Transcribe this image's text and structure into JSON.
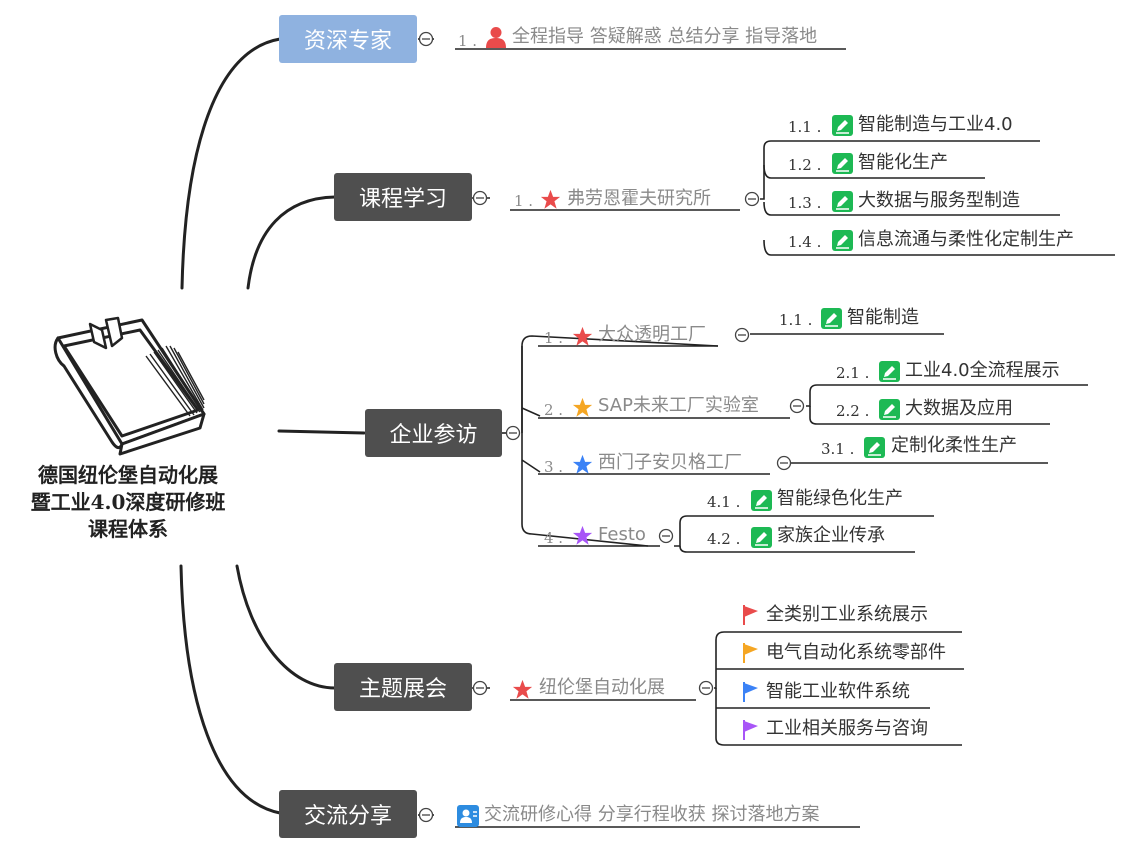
{
  "central": {
    "line1": "德国纽伦堡自动化展",
    "line2": "暨工业4.0深度研修班",
    "line3": "课程体系",
    "icon": "book-icon"
  },
  "branches": {
    "expert": {
      "title": "资深专家",
      "item_num": "1 .",
      "item_text": "全程指导 答疑解惑 总结分享 指导落地",
      "icon": "person-icon"
    },
    "course": {
      "title": "课程学习",
      "item_num": "1 .",
      "item_text": "弗劳恩霍夫研究所",
      "icon": "star-icon",
      "subs": [
        {
          "num": "1.1 .",
          "text": "智能制造与工业4.0"
        },
        {
          "num": "1.2 .",
          "text": "智能化生产"
        },
        {
          "num": "1.3 .",
          "text": "大数据与服务型制造"
        },
        {
          "num": "1.4 .",
          "text": "信息流通与柔性化定制生产"
        }
      ]
    },
    "visit": {
      "title": "企业参访",
      "items": [
        {
          "num": "1 .",
          "text": "大众透明工厂",
          "star_color": "#e94b4b",
          "subs": [
            {
              "num": "1.1 .",
              "text": "智能制造"
            }
          ]
        },
        {
          "num": "2 .",
          "text": "SAP未来工厂实验室",
          "star_color": "#f5a623",
          "subs": [
            {
              "num": "2.1 .",
              "text": "工业4.0全流程展示"
            },
            {
              "num": "2.2 .",
              "text": "大数据及应用"
            }
          ]
        },
        {
          "num": "3 .",
          "text": "西门子安贝格工厂",
          "star_color": "#3b82f6",
          "subs": [
            {
              "num": "3.1 .",
              "text": "定制化柔性生产"
            }
          ]
        },
        {
          "num": "4 .",
          "text": "Festo",
          "star_color": "#a855f7",
          "subs": [
            {
              "num": "4.1 .",
              "text": "智能绿色化生产"
            },
            {
              "num": "4.2 .",
              "text": "家族企业传承"
            }
          ]
        }
      ]
    },
    "expo": {
      "title": "主题展会",
      "item_text": "纽伦堡自动化展",
      "icon": "star-icon",
      "flags": [
        {
          "text": "全类别工业系统展示",
          "color": "#e94b4b"
        },
        {
          "text": "电气自动化系统零部件",
          "color": "#f5a623"
        },
        {
          "text": "智能工业软件系统",
          "color": "#3b82f6"
        },
        {
          "text": "工业相关服务与咨询",
          "color": "#a855f7"
        }
      ]
    },
    "share": {
      "title": "交流分享",
      "item_text": "交流研修心得 分享行程收获 探讨落地方案",
      "icon": "contact-card-icon"
    }
  },
  "colors": {
    "dark_box": "#4f4f4f",
    "blue_box": "#8fb2e0",
    "pencil_green": "#1db954",
    "star_red": "#e94b4b"
  }
}
